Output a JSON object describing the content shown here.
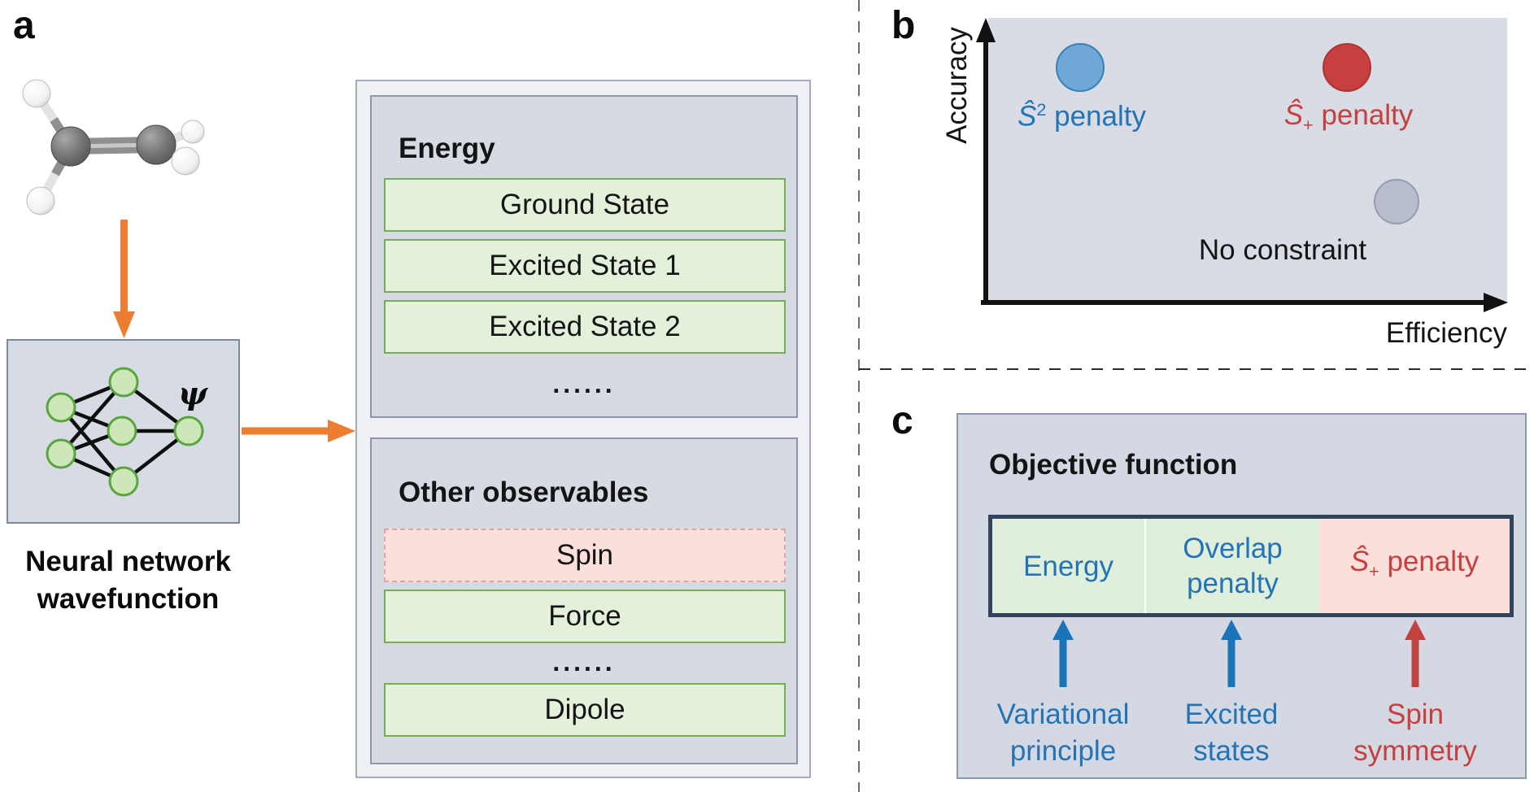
{
  "panel_a": {
    "label": "a",
    "psi_symbol": "ψ",
    "caption_line1": "Neural network",
    "caption_line2": "wavefunction",
    "energy_section": {
      "title": "Energy",
      "rows": [
        "Ground State",
        "Excited State 1",
        "Excited State 2"
      ],
      "ellipsis": "......"
    },
    "observables_section": {
      "title": "Other observables",
      "spin_row": "Spin",
      "force_row": "Force",
      "dipole_row": "Dipole",
      "ellipsis": "......"
    }
  },
  "panel_b": {
    "label": "b",
    "y_axis_label": "Accuracy",
    "x_axis_label": "Efficiency",
    "point_s2": {
      "base": "Ŝ",
      "sup": "2",
      "rest": " penalty"
    },
    "point_splus": {
      "base": "Ŝ",
      "sub": "+",
      "rest": " penalty"
    },
    "point_none": {
      "label": "No constraint"
    }
  },
  "panel_c": {
    "label": "c",
    "title": "Objective function",
    "seg_energy": "Energy",
    "seg_overlap_line1": "Overlap",
    "seg_overlap_line2": "penalty",
    "seg_splus": {
      "base": "Ŝ",
      "sub": "+",
      "rest": " penalty"
    },
    "label_variational_line1": "Variational",
    "label_variational_line2": "principle",
    "label_excited_line1": "Excited",
    "label_excited_line2": "states",
    "label_spin_line1": "Spin",
    "label_spin_line2": "symmetry"
  },
  "colors": {
    "orange_arrow": "#ED7D31",
    "blue_text": "#2473B5",
    "red_text": "#C5403E",
    "green_fill": "#E3F1DA",
    "green_border": "#74AD56",
    "pink_fill": "#FBDFDA",
    "pink_border": "#E2A49F",
    "navy_border": "#31445F",
    "panel_fill": "#D6DAE3",
    "outer_fill": "#EFF1F6",
    "blue_dot": "#6FA8D6",
    "red_dot": "#C5403E",
    "gray_dot": "#B7BDCA"
  },
  "chart_data": {
    "type": "scatter",
    "title": "",
    "xlabel": "Efficiency",
    "ylabel": "Accuracy",
    "axes": "conceptual arrows, no ticks or numeric scale",
    "points": [
      {
        "label": "Ŝ2 penalty",
        "x": 0.18,
        "y": 0.83,
        "color": "#6FA8D6"
      },
      {
        "label": "Ŝ+ penalty",
        "x": 0.69,
        "y": 0.83,
        "color": "#C5403E"
      },
      {
        "label": "No constraint",
        "x": 0.78,
        "y": 0.36,
        "color": "#B7BDCA"
      }
    ]
  }
}
